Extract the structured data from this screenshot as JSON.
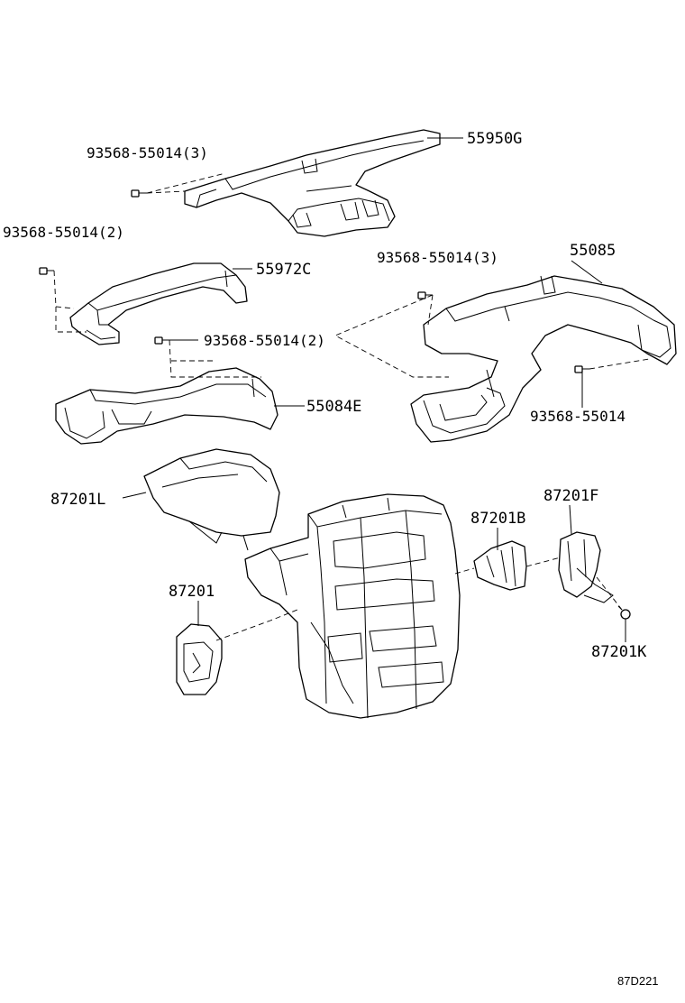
{
  "labels": {
    "p55950G": "55950G",
    "s1": "93568-55014(3)",
    "s2": "93568-55014(2)",
    "p55972C": "55972C",
    "s3": "93568-55014(3)",
    "p55085": "55085",
    "s4": "93568-55014(2)",
    "p55084E": "55084E",
    "s5": "93568-55014",
    "p87201L": "87201L",
    "p87201F": "87201F",
    "p87201B": "87201B",
    "p87201": "87201",
    "p87201K": "87201K"
  },
  "diagram_ref": "87D221"
}
